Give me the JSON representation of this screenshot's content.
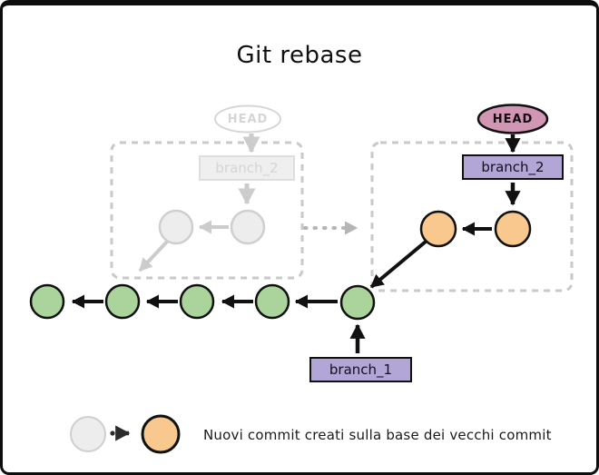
{
  "title": "Git rebase",
  "ghost_graph": {
    "head_label": "HEAD",
    "branch_label": "branch_2"
  },
  "rebased_graph": {
    "head_label": "HEAD",
    "branch_label": "branch_2"
  },
  "main_graph": {
    "branch_label": "branch_1"
  },
  "legend": {
    "caption": "Nuovi commit creati sulla base dei vecchi commit"
  },
  "colors": {
    "outline": "#111111",
    "main_commit_fill": "#aad49c",
    "new_commit_fill": "#f8c88e",
    "old_commit_fill": "#ededed",
    "old_commit_stroke": "#cfcfcf",
    "head_fill": "#d096b3",
    "branch_fill": "#b1a6d6",
    "ghost": "#cccccc",
    "ghost_box_fill": "#efefef",
    "ghost_box_stroke": "#dedede",
    "ghost_ellipse_fill": "#ffffff",
    "ghost_ellipse_stroke": "#d6d6d6",
    "dashed_box": "#c9c9c9",
    "dotted_arrow": "#b5b5b5",
    "legend_arrow": "#2b2b2b",
    "background": "#ffffff",
    "frame": "#0d0d0d"
  }
}
